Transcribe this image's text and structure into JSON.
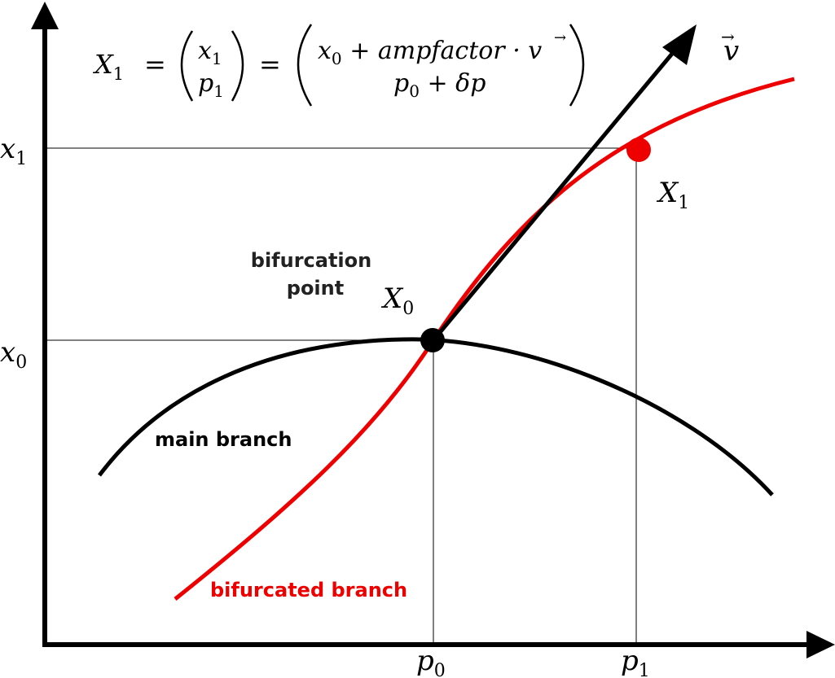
{
  "labels": {
    "x1_axis": "x",
    "x1_axis_sub": "1",
    "x0_axis": "x",
    "x0_axis_sub": "0",
    "p0_axis": "p",
    "p0_axis_sub": "0",
    "p1_axis": "p",
    "p1_axis_sub": "1",
    "X0_point": "X",
    "X0_point_sub": "0",
    "X1_point": "X",
    "X1_point_sub": "1",
    "vector": "v",
    "vector_arrow": "→",
    "bifurcation_point_line1": "bifurcation",
    "bifurcation_point_line2": "point",
    "main_branch": "main branch",
    "bifurcated_branch": "bifurcated branch"
  },
  "formula": {
    "lhs": "X",
    "lhs_sub": "1",
    "eq1": "=",
    "col1_top": "x",
    "col1_top_sub": "1",
    "col1_bottom": "p",
    "col1_bottom_sub": "1",
    "eq2": "=",
    "col2_top_a": "x",
    "col2_top_a_sub": "0",
    "col2_top_b": " + ampfactor · ",
    "col2_top_v": "v",
    "col2_top_v_arrow": "→",
    "col2_bottom_a": "p",
    "col2_bottom_a_sub": "0",
    "col2_bottom_b": " + δp"
  },
  "colors": {
    "main_branch": "#000000",
    "bifurcated_branch": "#ee0000",
    "bifurcated_label": "#ee0000",
    "bifurcation_label": "#222222"
  }
}
